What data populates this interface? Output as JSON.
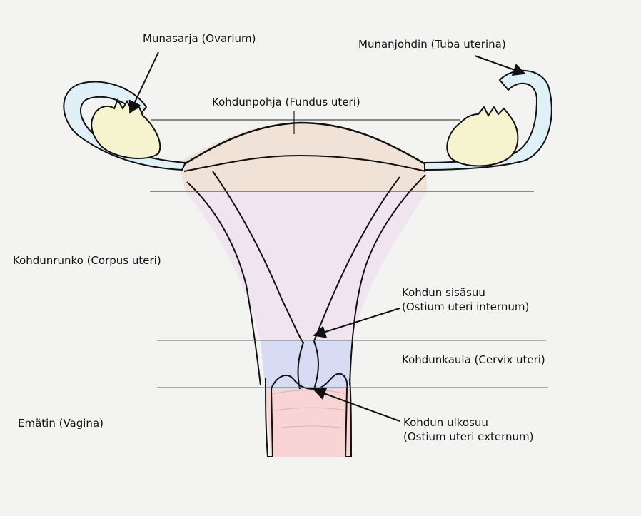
{
  "labels": {
    "ovarium": "Munasarja (Ovarium)",
    "tuba": "Munanjohdin (Tuba uterina)",
    "fundus": "Kohdunpohja (Fundus uteri)",
    "corpus": "Kohdunrunko (Corpus uteri)",
    "internum_line1": "Kohdun sisäsuu",
    "internum_line2": "(Ostium uteri internum)",
    "cervix": "Kohdunkaula (Cervix uteri)",
    "vagina": "Emätin (Vagina)",
    "externum_line1": "Kohdun ulkosuu",
    "externum_line2": "(Ostium uteri externum)"
  },
  "colors": {
    "background": "#f3f3f2",
    "tube": "#dff0f7",
    "ovary": "#f6f3cf",
    "fundus": "#f0e2d6",
    "corpus": "#f0e4ef",
    "cervix": "#d7dbf3",
    "vagina": "#f9d4d4",
    "outline": "#111111"
  }
}
